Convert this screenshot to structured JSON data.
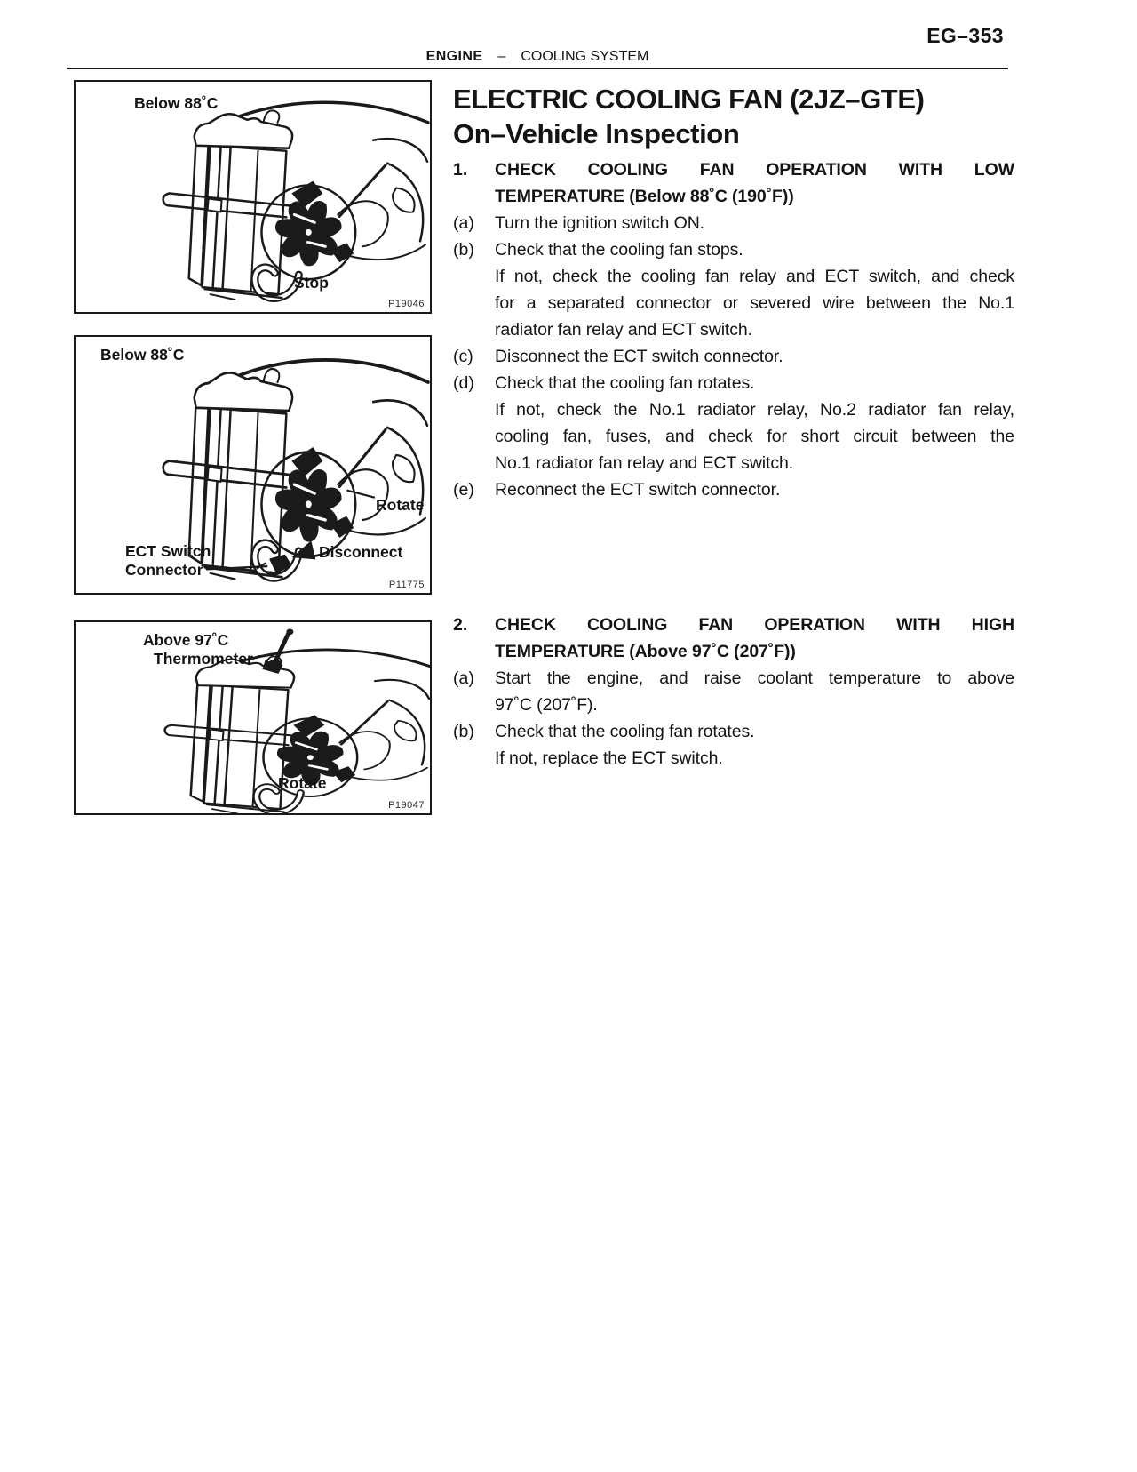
{
  "page": {
    "page_number": "EG–353",
    "header_section": "ENGINE",
    "header_dash": "–",
    "header_subsection": "COOLING SYSTEM"
  },
  "content": {
    "title_line1": "ELECTRIC COOLING FAN (2JZ–GTE)",
    "title_line2": "On–Vehicle Inspection",
    "sections": [
      {
        "number": "1.",
        "heading_lines": [
          "CHECK COOLING FAN OPERATION WITH LOW",
          "TEMPERATURE (Below 88˚C (190˚F))"
        ],
        "steps": [
          {
            "label": "(a)",
            "paras": [
              [
                "Turn the ignition switch ON."
              ]
            ]
          },
          {
            "label": "(b)",
            "paras": [
              [
                "Check that the cooling fan stops."
              ],
              [
                "If not, check the cooling fan relay and ECT switch, and check",
                "for a separated connector or severed wire between the No.1",
                "radiator fan relay and ECT switch."
              ]
            ]
          },
          {
            "label": "(c)",
            "paras": [
              [
                "Disconnect the ECT switch connector."
              ]
            ]
          },
          {
            "label": "(d)",
            "paras": [
              [
                "Check that the cooling fan rotates."
              ],
              [
                "If not, check the No.1 radiator relay, No.2 radiator fan relay,",
                "cooling fan, fuses, and check for short circuit between the",
                "No.1 radiator fan relay and ECT switch."
              ]
            ]
          },
          {
            "label": "(e)",
            "paras": [
              [
                "Reconnect the ECT switch connector."
              ]
            ]
          }
        ]
      },
      {
        "number": "2.",
        "heading_lines": [
          "CHECK COOLING FAN OPERATION WITH HIGH",
          "TEMPERATURE (Above 97˚C (207˚F))"
        ],
        "steps": [
          {
            "label": "(a)",
            "paras": [
              [
                "Start the engine, and raise coolant temperature to above",
                "97˚C (207˚F)."
              ]
            ]
          },
          {
            "label": "(b)",
            "paras": [
              [
                "Check that the cooling fan rotates."
              ],
              [
                "If not, replace the ECT switch."
              ]
            ]
          }
        ]
      }
    ]
  },
  "figures": [
    {
      "temp_label": "Below 88˚C",
      "action_label": "Stop",
      "code": "P19046"
    },
    {
      "temp_label": "Below 88˚C",
      "action_label": "Rotate",
      "callout_line1": "ECT Switch",
      "callout_line2": "Connector",
      "action2_label": "Disconnect",
      "code": "P11775"
    },
    {
      "temp_label": "Above 97˚C",
      "callout_line1": "Thermometer",
      "action_label": "Rotate",
      "code": "P19047"
    }
  ]
}
